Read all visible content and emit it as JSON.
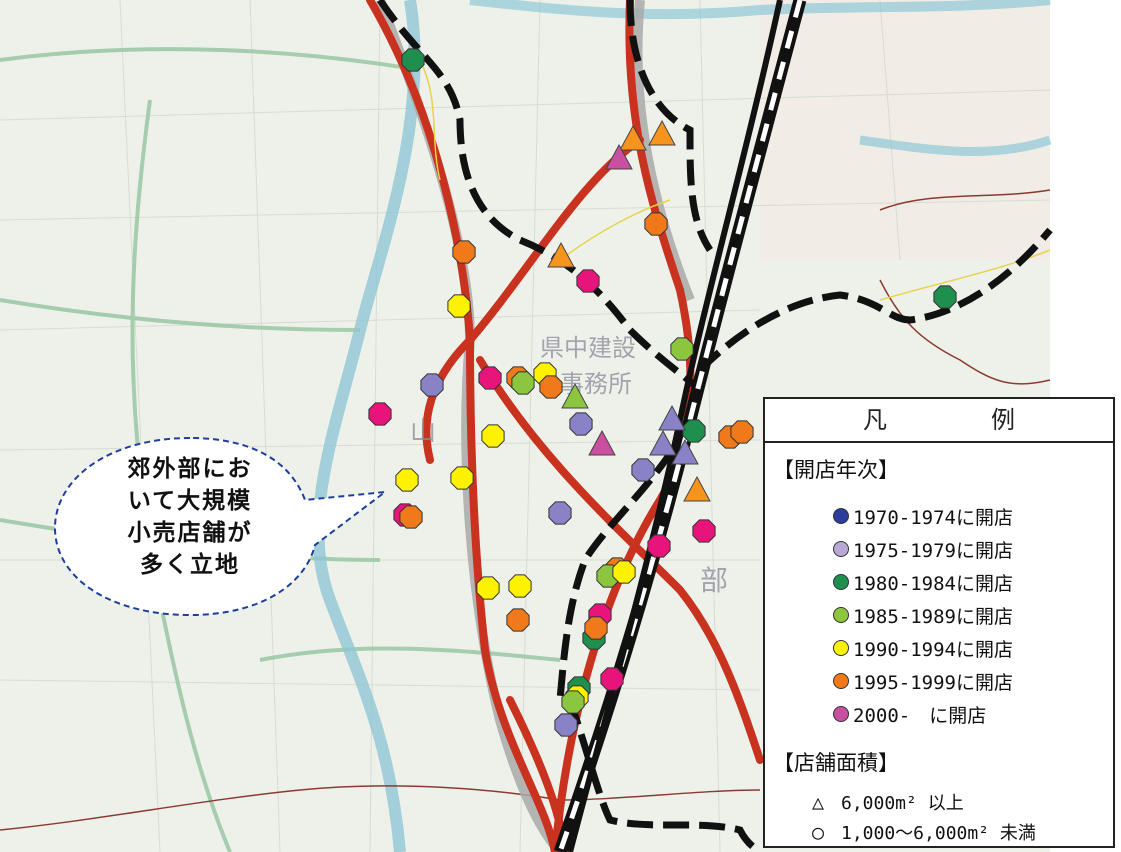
{
  "legend": {
    "title": "凡　例",
    "section_year": "【開店年次】",
    "years": [
      {
        "label": "1970-1974に開店",
        "color": "#2b3e9e"
      },
      {
        "label": "1975-1979に開店",
        "color": "#b9a7d6"
      },
      {
        "label": "1980-1984に開店",
        "color": "#1f8f4e"
      },
      {
        "label": "1985-1989に開店",
        "color": "#8cc63f"
      },
      {
        "label": "1990-1994に開店",
        "color": "#fff200"
      },
      {
        "label": "1995-1999に開店",
        "color": "#f07a1a"
      },
      {
        "label": "2000-　に開店",
        "color": "#c94fa0"
      }
    ],
    "section_area": "【店舗面積】",
    "sizes": [
      {
        "symbol": "△",
        "label": "6,000m² 以上"
      },
      {
        "symbol": "○",
        "label": "1,000～6,000m² 未満"
      }
    ]
  },
  "callout": {
    "lines": [
      "郊外部にお",
      "いて大規模",
      "小売店舗が",
      "多く立地"
    ]
  },
  "map_labels": [
    "県中建設",
    "事務所",
    "山",
    "部"
  ],
  "colors": {
    "road": "#c8321e",
    "rail": "#111111",
    "river": "#8fc7d6",
    "background": "#eef1ea"
  },
  "stores": {
    "circles": [
      {
        "lon": 413,
        "lat": 60,
        "period": "1980-1984",
        "color": "#1f8f4e"
      },
      {
        "lon": 656,
        "lat": 224,
        "period": "1995-1999",
        "color": "#f07a1a"
      },
      {
        "lon": 464,
        "lat": 252,
        "period": "1995-1999",
        "color": "#f07a1a"
      },
      {
        "lon": 588,
        "lat": 281,
        "period": "2000-",
        "color": "#e8147c"
      },
      {
        "lon": 459,
        "lat": 306,
        "period": "1990-1994",
        "color": "#fff200"
      },
      {
        "lon": 682,
        "lat": 349,
        "period": "1985-1989",
        "color": "#8cc63f"
      },
      {
        "lon": 432,
        "lat": 385,
        "period": "1975-1979",
        "color": "#8a82c6"
      },
      {
        "lon": 490,
        "lat": 378,
        "period": "2000-",
        "color": "#e8147c"
      },
      {
        "lon": 518,
        "lat": 378,
        "period": "1995-1999",
        "color": "#f07a1a"
      },
      {
        "lon": 523,
        "lat": 383,
        "period": "1985-1989",
        "color": "#8cc63f"
      },
      {
        "lon": 545,
        "lat": 374,
        "period": "1990-1994",
        "color": "#fff200"
      },
      {
        "lon": 551,
        "lat": 387,
        "period": "1995-1999",
        "color": "#f07a1a"
      },
      {
        "lon": 380,
        "lat": 414,
        "period": "2000-",
        "color": "#e8147c"
      },
      {
        "lon": 581,
        "lat": 424,
        "period": "1975-1979",
        "color": "#8a82c6"
      },
      {
        "lon": 493,
        "lat": 436,
        "period": "1990-1994",
        "color": "#fff200"
      },
      {
        "lon": 694,
        "lat": 431,
        "period": "1980-1984",
        "color": "#1f8f4e"
      },
      {
        "lon": 730,
        "lat": 437,
        "period": "1995-1999",
        "color": "#f07a1a"
      },
      {
        "lon": 742,
        "lat": 432,
        "period": "1995-1999",
        "color": "#f07a1a"
      },
      {
        "lon": 643,
        "lat": 470,
        "period": "1975-1979",
        "color": "#8a82c6"
      },
      {
        "lon": 407,
        "lat": 480,
        "period": "1990-1994",
        "color": "#fff200"
      },
      {
        "lon": 462,
        "lat": 478,
        "period": "1990-1994",
        "color": "#fff200"
      },
      {
        "lon": 405,
        "lat": 515,
        "period": "2000-",
        "color": "#e8147c"
      },
      {
        "lon": 411,
        "lat": 517,
        "period": "1995-1999",
        "color": "#f07a1a"
      },
      {
        "lon": 560,
        "lat": 513,
        "period": "1975-1979",
        "color": "#8a82c6"
      },
      {
        "lon": 704,
        "lat": 531,
        "period": "2000-",
        "color": "#e8147c"
      },
      {
        "lon": 659,
        "lat": 546,
        "period": "2000-",
        "color": "#e8147c"
      },
      {
        "lon": 617,
        "lat": 569,
        "period": "1995-1999",
        "color": "#f07a1a"
      },
      {
        "lon": 608,
        "lat": 576,
        "period": "1985-1989",
        "color": "#8cc63f"
      },
      {
        "lon": 624,
        "lat": 572,
        "period": "1990-1994",
        "color": "#fff200"
      },
      {
        "lon": 488,
        "lat": 588,
        "period": "1990-1994",
        "color": "#fff200"
      },
      {
        "lon": 520,
        "lat": 586,
        "period": "1990-1994",
        "color": "#fff200"
      },
      {
        "lon": 518,
        "lat": 620,
        "period": "1995-1999",
        "color": "#f07a1a"
      },
      {
        "lon": 600,
        "lat": 615,
        "period": "2000-",
        "color": "#e8147c"
      },
      {
        "lon": 594,
        "lat": 638,
        "period": "1980-1984",
        "color": "#1f8f4e"
      },
      {
        "lon": 596,
        "lat": 628,
        "period": "1995-1999",
        "color": "#f07a1a"
      },
      {
        "lon": 612,
        "lat": 679,
        "period": "2000-",
        "color": "#e8147c"
      },
      {
        "lon": 579,
        "lat": 688,
        "period": "1980-1984",
        "color": "#1f8f4e"
      },
      {
        "lon": 577,
        "lat": 697,
        "period": "1990-1994",
        "color": "#fff200"
      },
      {
        "lon": 573,
        "lat": 702,
        "period": "1985-1989",
        "color": "#8cc63f"
      },
      {
        "lon": 566,
        "lat": 725,
        "period": "1975-1979",
        "color": "#8a82c6"
      },
      {
        "lon": 945,
        "lat": 297,
        "period": "1980-1984",
        "color": "#1f8f4e"
      }
    ],
    "triangles": [
      {
        "lon": 633,
        "lat": 138,
        "period": "1995-1999",
        "color": "#f7941d"
      },
      {
        "lon": 662,
        "lat": 133,
        "period": "1995-1999",
        "color": "#f7941d"
      },
      {
        "lon": 619,
        "lat": 157,
        "period": "2000-",
        "color": "#c94fa0"
      },
      {
        "lon": 561,
        "lat": 255,
        "period": "1995-1999",
        "color": "#f7941d"
      },
      {
        "lon": 575,
        "lat": 396,
        "period": "1985-1989",
        "color": "#8cc63f"
      },
      {
        "lon": 602,
        "lat": 443,
        "period": "2000-",
        "color": "#c94fa0"
      },
      {
        "lon": 672,
        "lat": 418,
        "period": "1975-1979",
        "color": "#8a82c6"
      },
      {
        "lon": 663,
        "lat": 443,
        "period": "1975-1979",
        "color": "#8a82c6"
      },
      {
        "lon": 685,
        "lat": 452,
        "period": "1975-1979",
        "color": "#8a82c6"
      },
      {
        "lon": 697,
        "lat": 489,
        "period": "1995-1999",
        "color": "#f7941d"
      }
    ]
  }
}
